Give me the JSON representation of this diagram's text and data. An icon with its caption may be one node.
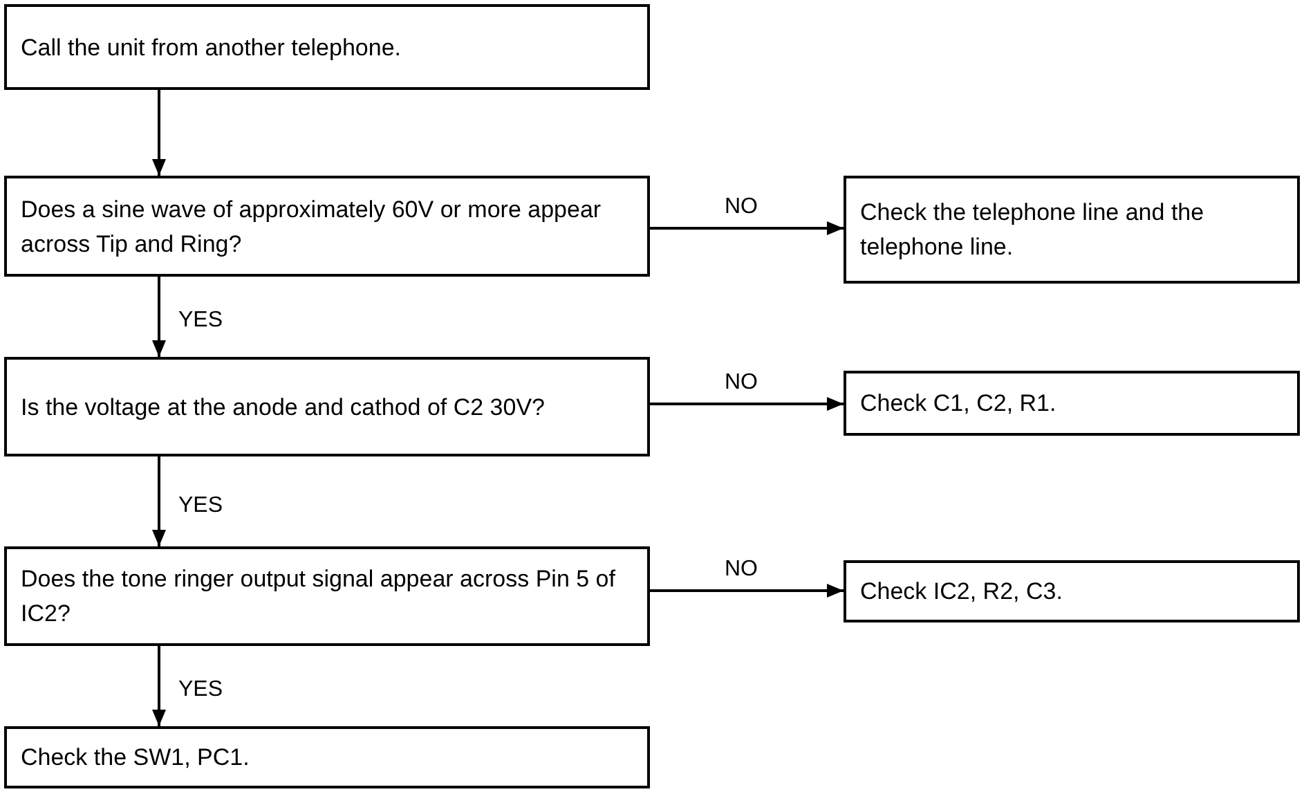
{
  "diagram": {
    "nodes": [
      {
        "text": [
          "Call the unit from another telephone."
        ]
      },
      {
        "text": [
          "Does a sine wave of approximately 60V or more appear across Tip and Ring?"
        ]
      },
      {
        "text": [
          "Check the telephone line and the telephone line."
        ]
      },
      {
        "text": [
          "Is the voltage at the anode and cathod of C2 30V?"
        ]
      },
      {
        "text": [
          "Check C1, C2, R1."
        ]
      },
      {
        "text": [
          "Does the tone ringer output signal appear across Pin 5 of IC2?"
        ]
      },
      {
        "text": [
          "Check IC2, R2, C3."
        ]
      },
      {
        "text": [
          "Check the SW1, PC1."
        ]
      }
    ],
    "edges": [
      {
        "from": 0,
        "to": 1,
        "arrow": "to"
      },
      {
        "from": 1,
        "to": 2,
        "arrow": "to",
        "label": "NO"
      },
      {
        "from": 1,
        "to": 3,
        "arrow": "to",
        "label": "YES"
      },
      {
        "from": 3,
        "to": 4,
        "arrow": "to",
        "label": "NO"
      },
      {
        "from": 3,
        "to": 5,
        "arrow": "to",
        "label": "YES"
      },
      {
        "from": 5,
        "to": 6,
        "arrow": "to",
        "label": "NO"
      },
      {
        "from": 5,
        "to": 7,
        "arrow": "to",
        "label": "YES"
      }
    ]
  }
}
